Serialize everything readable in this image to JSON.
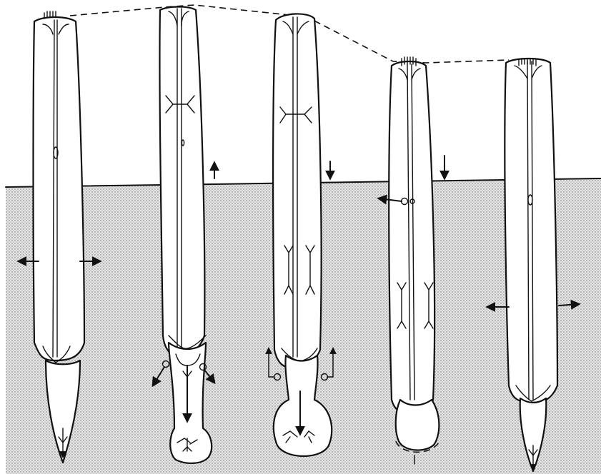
{
  "figure": {
    "description_text": "",
    "stages": [
      {
        "id": "stage-1"
      },
      {
        "id": "stage-2"
      },
      {
        "id": "stage-3"
      },
      {
        "id": "stage-4"
      },
      {
        "id": "stage-5"
      }
    ],
    "colors": {
      "sediment": "#d9d9d9",
      "ink": "#111111",
      "water": "#ffffff"
    }
  }
}
